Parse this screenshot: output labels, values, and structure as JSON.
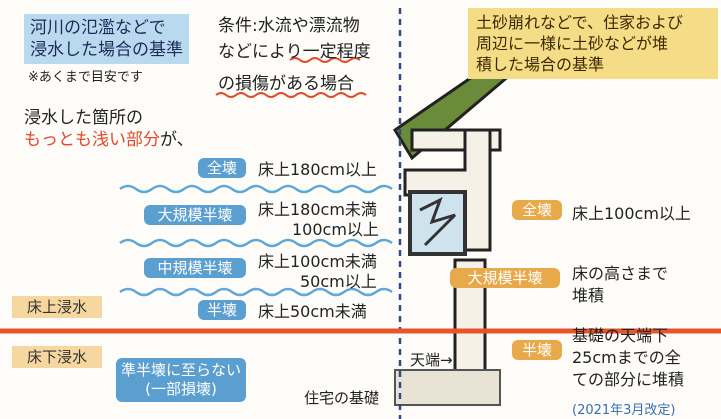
{
  "title_box": {
    "line1": "河川の氾濫などで",
    "line2": "浸水した場合の基準"
  },
  "note": "※あくまで目安です",
  "condition": {
    "line1": "条件:水流や漂流物",
    "line2_before": "などにより",
    "line2_emph": "一定程度",
    "line3": "の損傷がある場合"
  },
  "criteria_intro": {
    "line1": "浸水した箇所の",
    "line2_emph": "もっとも浅い部分",
    "line2_after": "が、"
  },
  "landslide_box": {
    "line1": "土砂崩れなどで、住家および",
    "line2": "周辺に一様に土砂などが堆",
    "line3": "積した場合の基準"
  },
  "flood_levels": [
    {
      "label": "全壊",
      "criteria": [
        "床上180cm以上"
      ]
    },
    {
      "label": "大規模半壊",
      "criteria": [
        "床上180cm未満",
        "100cm以上"
      ]
    },
    {
      "label": "中規模半壊",
      "criteria": [
        "床上100cm未満",
        "50cm以上"
      ]
    },
    {
      "label": "半壊",
      "criteria": [
        "床上50cm未満"
      ]
    },
    {
      "label": "準半壊に至らない",
      "label2": "(一部損壊)"
    }
  ],
  "floor_tags": {
    "above": "床上浸水",
    "below": "床下浸水"
  },
  "landslide_levels": [
    {
      "label": "全壊",
      "criteria": [
        "床上100cm以上"
      ]
    },
    {
      "label": "大規模半壊",
      "criteria": [
        "床の高さまで",
        "堆積"
      ]
    },
    {
      "label": "半壊",
      "criteria": [
        "基礎の天端下",
        "25cmまでの全",
        "ての部分に堆積"
      ]
    }
  ],
  "house_labels": {
    "tenba": "天端→",
    "foundation": "住宅の基礎"
  },
  "revision": "(2021年3月改定)",
  "colors": {
    "wave": "#5fa7d8",
    "floor_line": "#e8542a",
    "blue_pill": "#5b9fd0",
    "orange_pill": "#e8a94a"
  }
}
